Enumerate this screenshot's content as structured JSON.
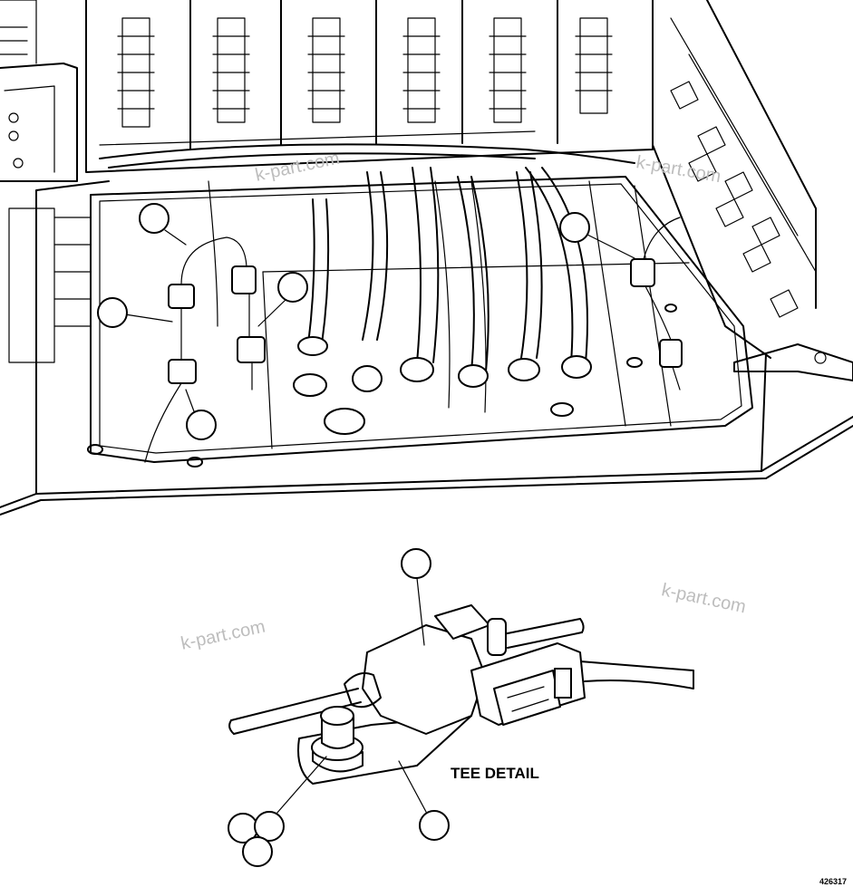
{
  "detail_label": "TEE DETAIL",
  "figure_number": "426317",
  "watermarks": [
    "k-part.com",
    "k-part.com",
    "k-part.com",
    "k-part.com"
  ],
  "callout_count": 10,
  "colors": {
    "line": "#000000",
    "background": "#ffffff",
    "watermark": "#bdbdbd"
  }
}
